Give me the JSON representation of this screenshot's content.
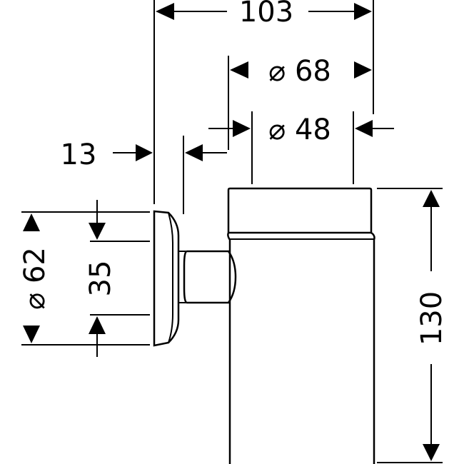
{
  "drawing": {
    "overall_width": "103",
    "outer_diameter": "⌀ 68",
    "inner_diameter": "⌀ 48",
    "wall_offset": "13",
    "rosette_diameter": "⌀ 62",
    "arm_height": "35",
    "total_height": "130"
  },
  "colors": {
    "line": "#000000",
    "background": "#ffffff"
  }
}
